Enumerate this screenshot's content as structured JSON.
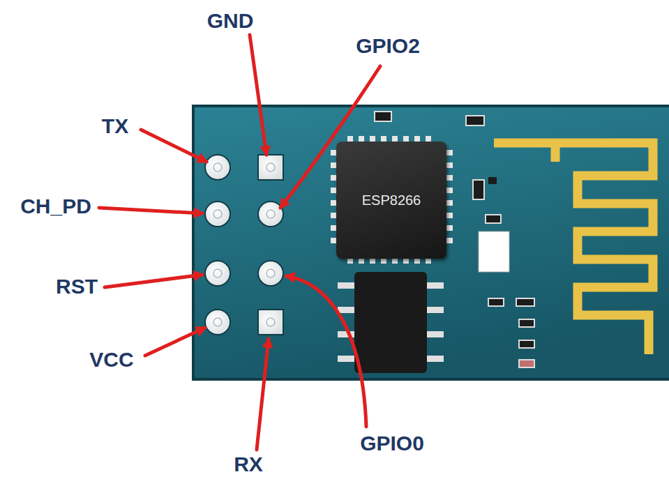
{
  "diagram": {
    "nodes": [
      {
        "text": [
          "ESP8266"
        ]
      }
    ],
    "labels": [
      "GND",
      "GPIO2",
      "TX",
      "CH_PD",
      "RST",
      "VCC",
      "RX",
      "GPIO0"
    ]
  }
}
